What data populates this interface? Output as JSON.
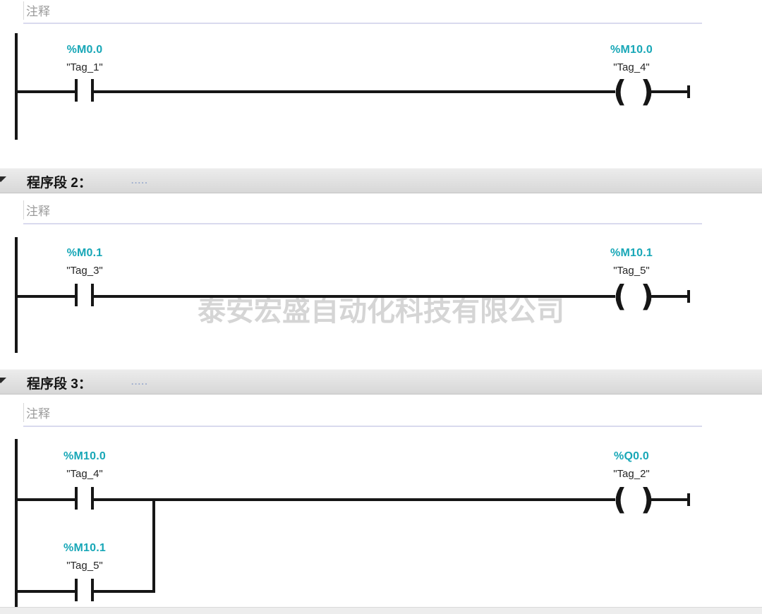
{
  "editor": {
    "watermark": "泰安宏盛自动化科技有限公司",
    "symbols": {
      "coil_open": "(",
      "coil_close": ")"
    }
  },
  "networks": [
    {
      "comment": "注释",
      "contact": {
        "address": "%M0.0",
        "tag": "\"Tag_1\""
      },
      "coil": {
        "address": "%M10.0",
        "tag": "\"Tag_4\""
      }
    },
    {
      "title": "程序段 2：",
      "title_placeholder": ".....",
      "comment": "注释",
      "contact": {
        "address": "%M0.1",
        "tag": "\"Tag_3\""
      },
      "coil": {
        "address": "%M10.1",
        "tag": "\"Tag_5\""
      }
    },
    {
      "title": "程序段 3：",
      "title_placeholder": ".....",
      "comment": "注释",
      "contacts": [
        {
          "address": "%M10.0",
          "tag": "\"Tag_4\""
        },
        {
          "address": "%M10.1",
          "tag": "\"Tag_5\""
        }
      ],
      "coil": {
        "address": "%Q0.0",
        "tag": "\"Tag_2\""
      }
    }
  ]
}
